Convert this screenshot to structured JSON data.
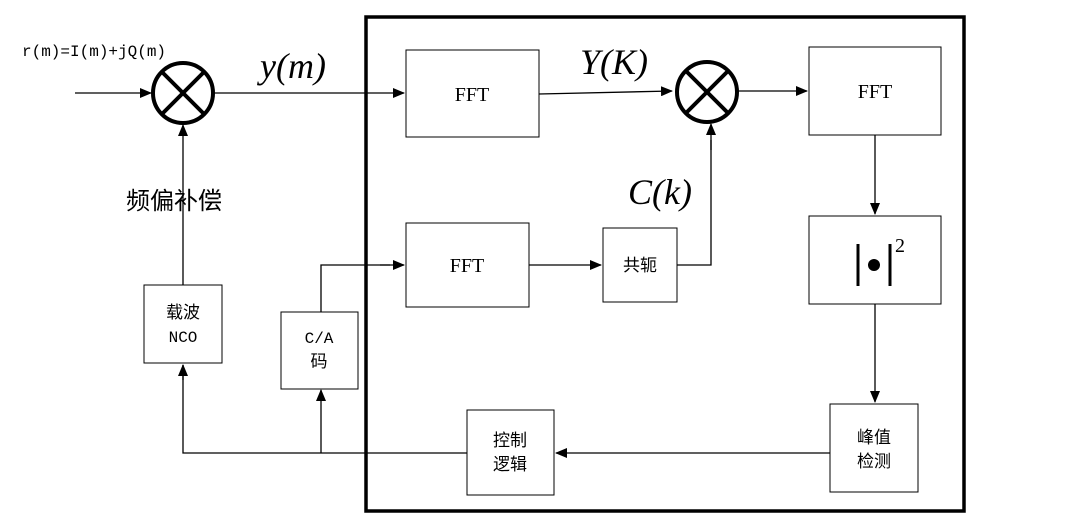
{
  "input_label": "r(m)=I(m)+jQ(m)",
  "signal_y": "y(m)",
  "signal_Y": "Y(K)",
  "signal_C": "C(k)",
  "freq_comp_label": "频偏补偿",
  "blocks": {
    "fft1": "FFT",
    "fft2": "FFT",
    "fft3": "FFT",
    "conj": "共轭",
    "abs_sq_exp": "2",
    "nco_line1": "载波",
    "nco_line2": "NCO",
    "ca_line1": "C/A",
    "ca_line2": "码",
    "ctrl_line1": "控制",
    "ctrl_line2": "逻辑",
    "peak_line1": "峰值",
    "peak_line2": "检测"
  }
}
